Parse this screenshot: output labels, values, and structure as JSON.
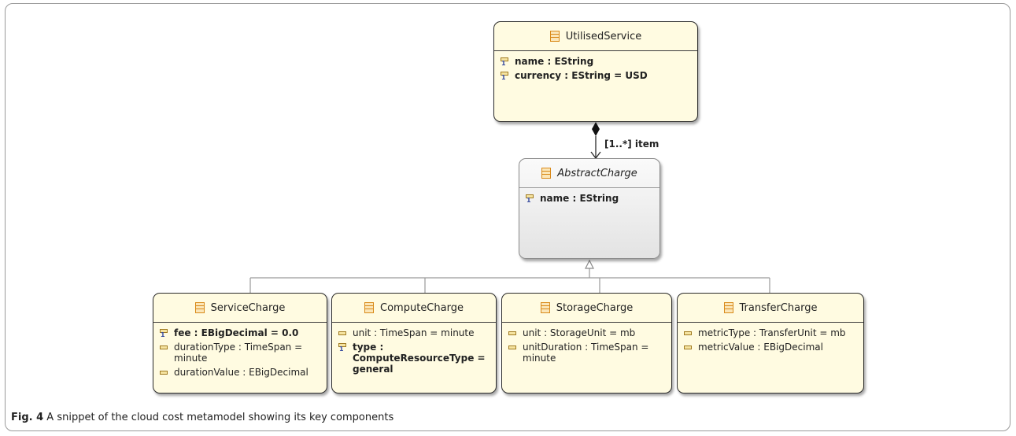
{
  "diagram": {
    "classes": {
      "utilised": {
        "name": "UtilisedService",
        "attributes": [
          {
            "text": "name : EString",
            "required": true
          },
          {
            "text": "currency : EString = USD",
            "required": true
          }
        ]
      },
      "abstract": {
        "name": "AbstractCharge",
        "attributes": [
          {
            "text": "name : EString",
            "required": true
          }
        ]
      },
      "service": {
        "name": "ServiceCharge",
        "attributes": [
          {
            "text": "fee : EBigDecimal = 0.0",
            "required": true
          },
          {
            "text": "durationType : TimeSpan = minute",
            "required": false
          },
          {
            "text": "durationValue : EBigDecimal",
            "required": false
          }
        ]
      },
      "compute": {
        "name": "ComputeCharge",
        "attributes": [
          {
            "text": "unit : TimeSpan = minute",
            "required": false
          },
          {
            "text": "type : ComputeResourceType = general",
            "required": true
          }
        ]
      },
      "storage": {
        "name": "StorageCharge",
        "attributes": [
          {
            "text": "unit : StorageUnit = mb",
            "required": false
          },
          {
            "text": "unitDuration : TimeSpan = minute",
            "required": false
          }
        ]
      },
      "transfer": {
        "name": "TransferCharge",
        "attributes": [
          {
            "text": "metricType : TransferUnit = mb",
            "required": false
          },
          {
            "text": "metricValue : EBigDecimal",
            "required": false
          }
        ]
      }
    },
    "relation_label": "[1..*] item"
  },
  "caption": {
    "label": "Fig. 4",
    "text": " A snippet of the cloud cost metamodel showing its key components"
  },
  "colors": {
    "class_fill": "#fffbe1",
    "abstract_fill": "#e9e9e9",
    "class_icon": "#d98a1a",
    "edge": "#2b2b2b"
  }
}
